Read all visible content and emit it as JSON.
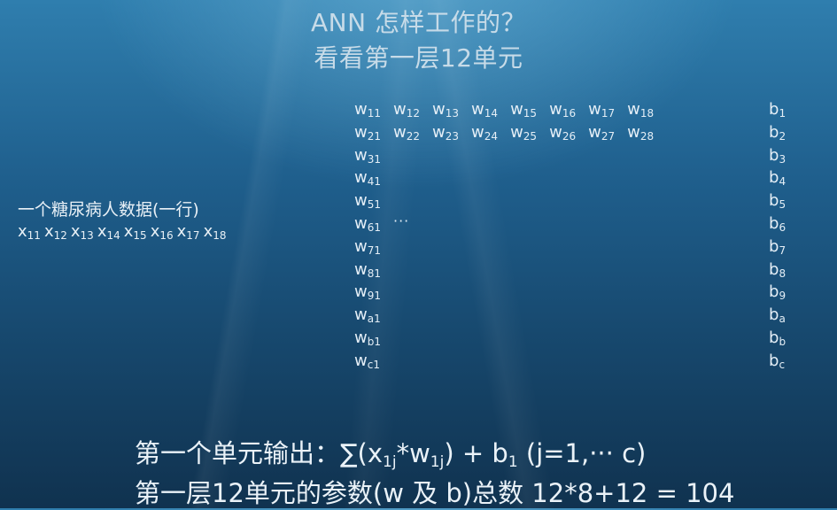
{
  "title_line1": "ANN 怎样工作的？",
  "title_line2": "看看第一层12单元",
  "left_label": "一个糖尿病人数据(一行)",
  "sample_inputs": [
    "11",
    "12",
    "13",
    "14",
    "15",
    "16",
    "17",
    "18"
  ],
  "weights": {
    "row1": [
      "11",
      "12",
      "13",
      "14",
      "15",
      "16",
      "17",
      "18"
    ],
    "row2": [
      "21",
      "22",
      "23",
      "24",
      "25",
      "26",
      "27",
      "28"
    ],
    "first_col": [
      "31",
      "41",
      "51",
      "61",
      "71",
      "81",
      "91",
      "a1",
      "b1",
      "c1"
    ]
  },
  "ellipsis": "···",
  "biases": [
    "1",
    "2",
    "3",
    "4",
    "5",
    "6",
    "7",
    "8",
    "9",
    "a",
    "b",
    "c"
  ],
  "bottom_line1": "第一个单元输出：∑(x1j*w1j) + b1  (j=1,··· c)",
  "bottom_line2": "第一层12单元的参数(w 及 b)总数 12*8+12 = 104"
}
